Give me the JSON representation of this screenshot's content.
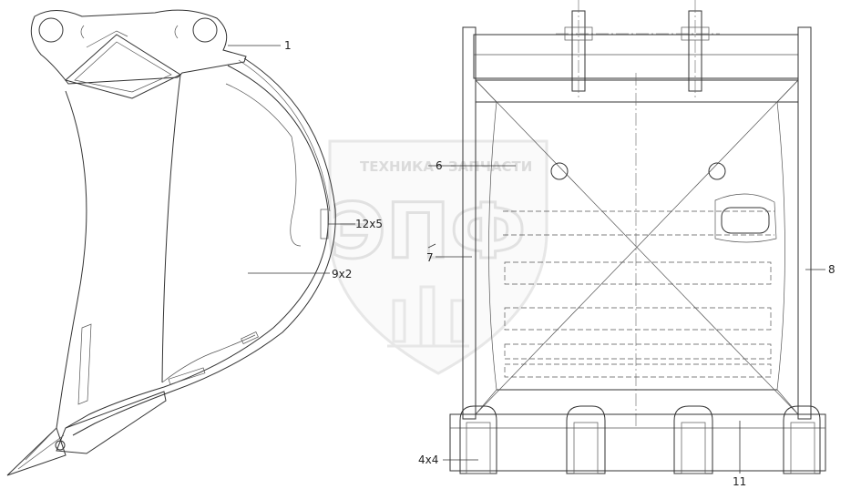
{
  "watermark": {
    "top_text_left": "ТЕХНИКА",
    "top_text_right": "ЗАПЧАСТИ",
    "big_letters": "ЭПФ"
  },
  "callouts": {
    "c1": "1",
    "c6": "6",
    "c12x5": "12x5",
    "c7": "7",
    "c9x2": "9x2",
    "c8": "8",
    "c4x4": "4x4",
    "c11": "11"
  }
}
